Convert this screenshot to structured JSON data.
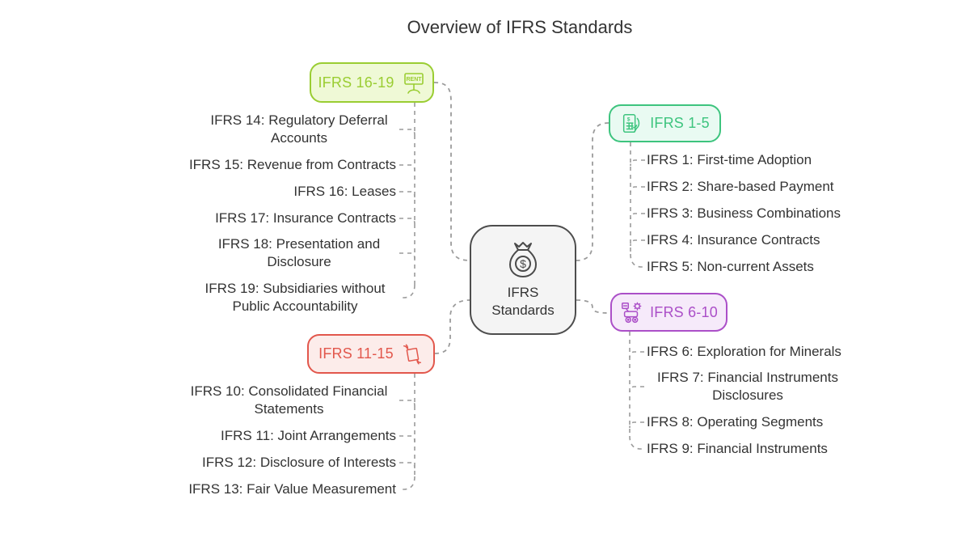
{
  "title": "Overview of IFRS Standards",
  "center": {
    "label": "IFRS Standards",
    "icon": "money-bag-icon",
    "money_symbol": "$"
  },
  "branches": [
    {
      "label": "IFRS 16-19",
      "icon": "rent-sign-icon",
      "sign_text": "RENT",
      "items": [
        "IFRS 14: Regulatory Deferral Accounts",
        "IFRS 15: Revenue from Contracts",
        "IFRS 16: Leases",
        "IFRS 17: Insurance Contracts",
        "IFRS 18: Presentation and Disclosure",
        "IFRS 19: Subsidiaries without Public Accountability"
      ]
    },
    {
      "label": "IFRS 1-5",
      "icon": "billing-document-icon",
      "doc_symbol": "$",
      "items": [
        "IFRS 1: First-time Adoption",
        "IFRS 2: Share-based Payment",
        "IFRS 3: Business Combinations",
        "IFRS 4: Insurance Contracts",
        "IFRS 5: Non-current Assets"
      ]
    },
    {
      "label": "IFRS 11-15",
      "icon": "document-exchange-icon",
      "items": [
        "IFRS 10: Consolidated Financial Statements",
        "IFRS 11: Joint Arrangements",
        "IFRS 12: Disclosure of Interests",
        "IFRS 13: Fair Value Measurement"
      ]
    },
    {
      "label": "IFRS 6-10",
      "icon": "exploration-rover-icon",
      "items": [
        "IFRS 6: Exploration for Minerals",
        "IFRS 7: Financial Instruments Disclosures",
        "IFRS 8: Operating Segments",
        "IFRS 9: Financial Instruments"
      ]
    }
  ],
  "colors": {
    "text": "#333333",
    "connector": "#9b9b9b",
    "lime": "#9ACD32",
    "lime-bg": "#EFF9D6",
    "green": "#3DC47E",
    "green-bg": "#E9FAF2",
    "red": "#E2574C",
    "red-bg": "#FCECEA",
    "purple": "#AB4FC8",
    "purple-bg": "#F6EAFA",
    "center-border": "#4D4D4D",
    "center-bg": "#F4F4F4"
  }
}
